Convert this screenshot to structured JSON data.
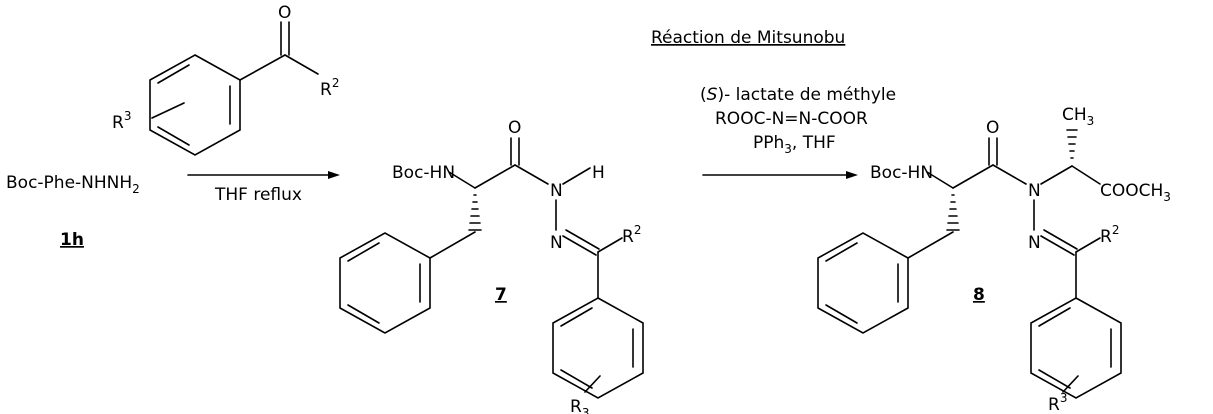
{
  "start": {
    "name_main": "Boc-Phe-NHNH",
    "name_sub": "2",
    "code": "1h"
  },
  "step1": {
    "reagent_label": "R",
    "reagent_label_sup": "3",
    "substituent": "R",
    "substituent_sup": "2",
    "carbonyl_atom": "O",
    "condition": "THF reflux"
  },
  "intermediate": {
    "boc_label": "Boc-HN",
    "carbonyl_atom": "O",
    "n1": "N",
    "n2": "N",
    "h": "H",
    "substituent": "R",
    "substituent_sup": "2",
    "ring_sub": "R",
    "ring_sub_sub": "3",
    "code": "7"
  },
  "step2": {
    "title": "Réaction de Mitsunobu",
    "line1_open": "(",
    "line1_s": "S",
    "line1_rest": ")- lactate de méthyle",
    "line2": "ROOC-N=N-COOR",
    "line3_a": "PPh",
    "line3_sub": "3",
    "line3_b": ", THF"
  },
  "product": {
    "boc_label": "Boc-HN",
    "carbonyl_atom": "O",
    "n1": "N",
    "n2": "N",
    "methyl": "CH",
    "methyl_sub": "3",
    "ester": "COOCH",
    "ester_sub": "3",
    "substituent": "R",
    "substituent_sup": "2",
    "ring_sub": "R",
    "ring_sub_sup": "3",
    "code": "8"
  }
}
